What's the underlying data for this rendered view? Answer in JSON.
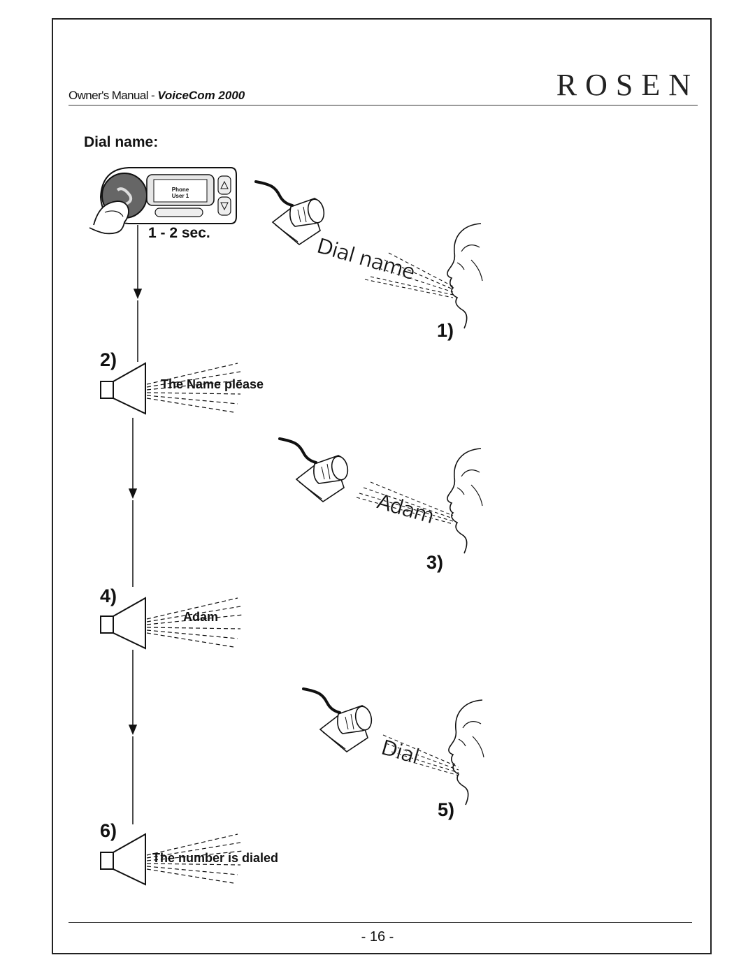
{
  "header": {
    "manual_prefix": "Owner's Manual - ",
    "product": "VoiceCom 2000",
    "brand": "ROSEN"
  },
  "section_title": "Dial name:",
  "device": {
    "screen_line1": "Phone",
    "screen_line2": "User 1",
    "press_duration": "1 - 2 sec."
  },
  "steps": [
    {
      "number": "1)",
      "voice_text": "Dial name"
    },
    {
      "number": "2)",
      "prompt_text": "The Name please"
    },
    {
      "number": "3)",
      "voice_text": "Adam"
    },
    {
      "number": "4)",
      "prompt_text": "Adam"
    },
    {
      "number": "5)",
      "voice_text": "Dial"
    },
    {
      "number": "6)",
      "prompt_text": "The number is dialed"
    }
  ],
  "footer": {
    "page_number": "- 16 -"
  }
}
